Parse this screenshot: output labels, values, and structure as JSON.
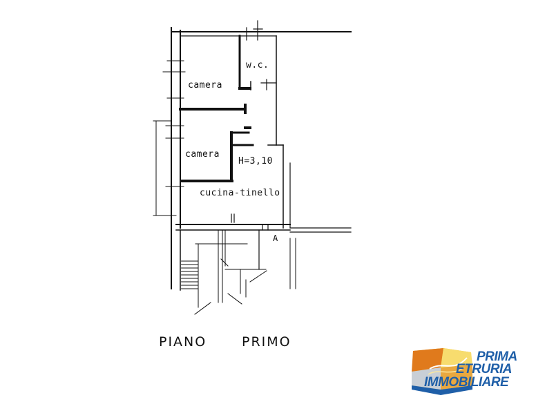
{
  "plan": {
    "rooms": {
      "wc": "w.c.",
      "camera_top": "camera",
      "camera_mid": "camera",
      "height_note": "H=3,10",
      "cucina": "cucina-tinello"
    },
    "section_mark": "A"
  },
  "caption": {
    "word1": "PIANO",
    "word2": "PRIMO"
  },
  "logo": {
    "line1": "PRIMA",
    "line2": "ETRURIA",
    "line3": "IMMOBILIARE",
    "colors": {
      "blue": "#1f5fa8",
      "yellow": "#f2c230",
      "orange": "#e07a1c"
    }
  }
}
